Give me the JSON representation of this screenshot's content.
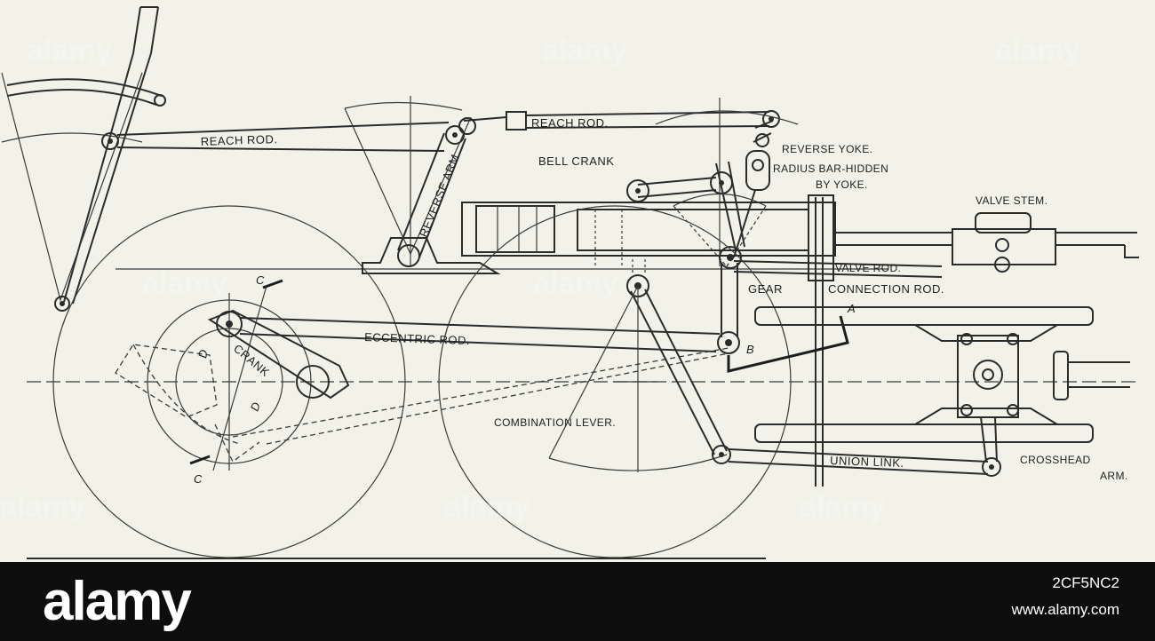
{
  "labels": {
    "reach_rod_left": "REACH ROD.",
    "reach_rod_top": "REACH ROD.",
    "reverse_arm": "REVERSE ARM",
    "reverse_yoke": "REVERSE YOKE.",
    "radius_bar_1": "RADIUS BAR-HIDDEN",
    "radius_bar_2": "BY YOKE.",
    "bell_crank": "BELL CRANK",
    "valve_stem": "VALVE STEM.",
    "valve_rod": "VALVE ROD.",
    "gear": "GEAR",
    "connection_rod": "CONNECTION ROD.",
    "eccentric_rod": "ECCENTRIC ROD.",
    "crank": "CRANK",
    "combination_lever": "COMBINATION LEVER.",
    "union_link": "UNION LINK.",
    "crosshead_1": "CROSSHEAD",
    "crosshead_2": "ARM.",
    "point_a": "A",
    "point_b": "B",
    "point_c_top": "C",
    "point_c_bottom": "C",
    "point_d_left": "D",
    "point_d_right": "D"
  },
  "watermark": {
    "text": "alamy",
    "brand": "alamy",
    "image_id": "2CF5NC2",
    "url": "www.alamy.com"
  }
}
